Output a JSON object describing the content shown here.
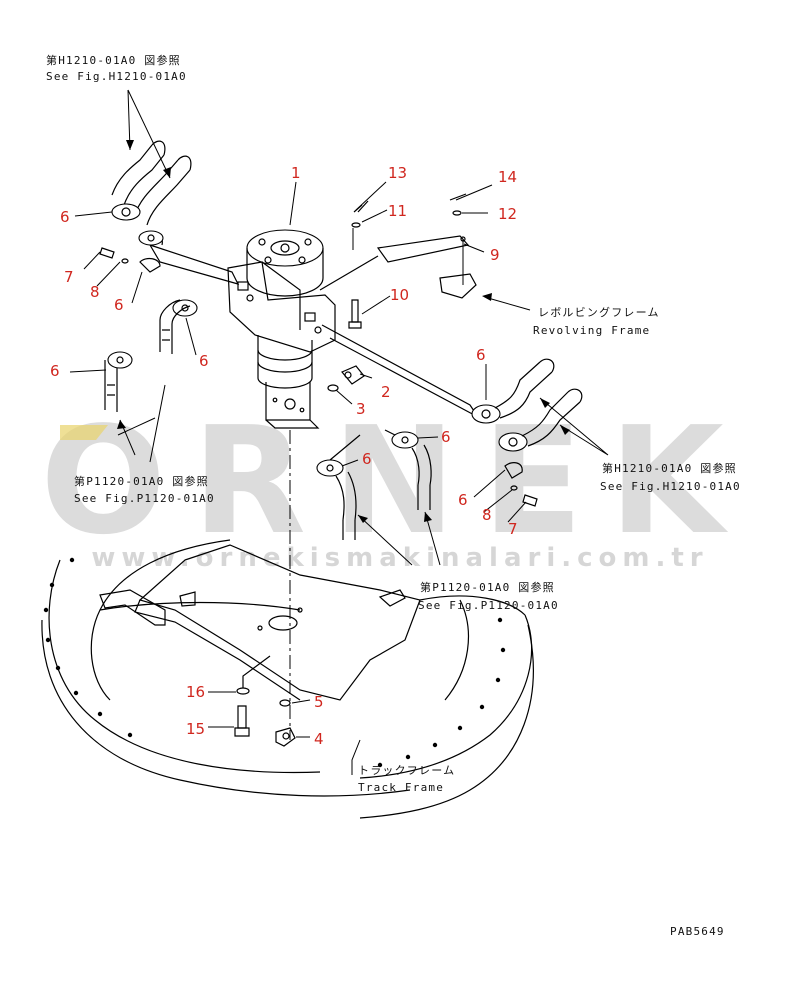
{
  "watermark": {
    "brand": "ORNEK",
    "url": "www.ornekismakinalari.com.tr",
    "color": "#d6d6d6"
  },
  "references": {
    "h1210_top_jp": "第H1210-01A0 図参照",
    "h1210_top_en": "See Fig.H1210-01A0",
    "p1120_left_jp": "第P1120-01A0 図参照",
    "p1120_left_en": "See Fig.P1120-01A0",
    "h1210_right_jp": "第H1210-01A0 図参照",
    "h1210_right_en": "See Fig.H1210-01A0",
    "p1120_bottom_jp": "第P1120-01A0 図参照",
    "p1120_bottom_en": "See Fig.P1120-01A0",
    "revolving_jp": "レボルビングフレーム",
    "revolving_en": "Revolving Frame",
    "track_jp": "トラックフレーム",
    "track_en": "Track Frame"
  },
  "callouts": {
    "c1": "1",
    "c2": "2",
    "c3": "3",
    "c4": "4",
    "c5": "5",
    "c6a": "6",
    "c6b": "6",
    "c6c": "6",
    "c6d": "6",
    "c6e": "6",
    "c6f": "6",
    "c6g": "6",
    "c7a": "7",
    "c7b": "7",
    "c8a": "8",
    "c8b": "8",
    "c9": "9",
    "c10": "10",
    "c11": "11",
    "c12": "12",
    "c13": "13",
    "c14": "14",
    "c15": "15",
    "c16": "16"
  },
  "callout_color": "#d0271f",
  "figure_id": "PAB5649"
}
